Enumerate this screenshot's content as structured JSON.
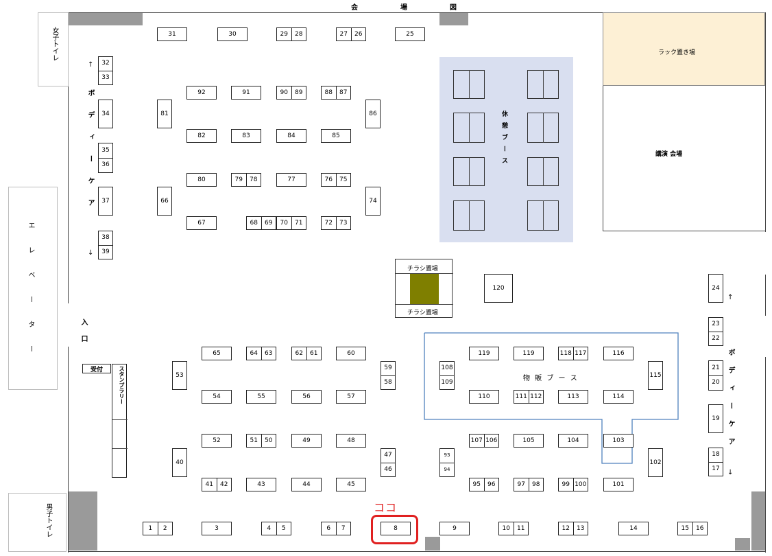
{
  "title": "会　場　図",
  "labels": {
    "women_restroom": "女子トイレ",
    "men_restroom": "男子トイレ",
    "elevator": "エレベーター",
    "rack_area": "ラック置き場",
    "lecture_hall": "講演 会場",
    "rest_booth": "休憩ブース",
    "flyer_top": "チラシ置場",
    "flyer_bottom": "チラシ置場",
    "entrance": "入口",
    "reception": "受付",
    "stamp_rally": "スタンプラリー",
    "merch_booth": "物 販 ブ ー ス",
    "body_care_left": "ボディーケア",
    "body_care_right": "ボディーケア",
    "arrow_up": "↑",
    "arrow_down": "↓",
    "here": "ココ"
  },
  "booths": {
    "b31": "31",
    "b30": "30",
    "b29": "29",
    "b28": "28",
    "b27": "27",
    "b26": "26",
    "b25": "25",
    "b32": "32",
    "b33": "33",
    "b34": "34",
    "b35": "35",
    "b36": "36",
    "b37": "37",
    "b38": "38",
    "b39": "39",
    "b92": "92",
    "b91": "91",
    "b90": "90",
    "b89": "89",
    "b88": "88",
    "b87": "87",
    "b86": "86",
    "b81": "81",
    "b82": "82",
    "b83": "83",
    "b84": "84",
    "b85": "85",
    "b80": "80",
    "b79": "79",
    "b78": "78",
    "b77": "77",
    "b76": "76",
    "b75": "75",
    "b66": "66",
    "b74": "74",
    "b67": "67",
    "b68": "68",
    "b69": "69",
    "b70": "70",
    "b71": "71",
    "b72": "72",
    "b73": "73",
    "b120": "120",
    "b24": "24",
    "b23": "23",
    "b22": "22",
    "b21": "21",
    "b20": "20",
    "b19": "19",
    "b18": "18",
    "b17": "17",
    "b65": "65",
    "b64": "64",
    "b63": "63",
    "b62": "62",
    "b61": "61",
    "b60": "60",
    "b59": "59",
    "b58": "58",
    "b53": "53",
    "b54": "54",
    "b55": "55",
    "b56": "56",
    "b57": "57",
    "b52": "52",
    "b51": "51",
    "b50": "50",
    "b49": "49",
    "b48": "48",
    "b47": "47",
    "b46": "46",
    "b40": "40",
    "b41": "41",
    "b42": "42",
    "b43": "43",
    "b44": "44",
    "b45": "45",
    "b108": "108",
    "b109": "109",
    "b119a": "119",
    "b119b": "119",
    "b118": "118",
    "b117": "117",
    "b116": "116",
    "b115": "115",
    "b110": "110",
    "b111": "111",
    "b112": "112",
    "b113": "113",
    "b114": "114",
    "b107": "107",
    "b106": "106",
    "b105": "105",
    "b104": "104",
    "b103": "103",
    "b102": "102",
    "b93": "93",
    "b94": "94",
    "b95": "95",
    "b96": "96",
    "b97": "97",
    "b98": "98",
    "b99": "99",
    "b100": "100",
    "b101": "101",
    "b1": "1",
    "b2": "2",
    "b3": "3",
    "b4": "4",
    "b5": "5",
    "b6": "6",
    "b7": "7",
    "b8": "8",
    "b9": "9",
    "b10": "10",
    "b11": "11",
    "b12": "12",
    "b13": "13",
    "b14": "14",
    "b15": "15",
    "b16": "16"
  },
  "colors": {
    "rest_area_bg": "#d9dff0",
    "rack_bg": "#fdf0d5",
    "flyer_fill": "#7f7f00",
    "merch_border": "#4f81bd",
    "here_marker": "#e02020",
    "wall": "#9a9a9a"
  }
}
